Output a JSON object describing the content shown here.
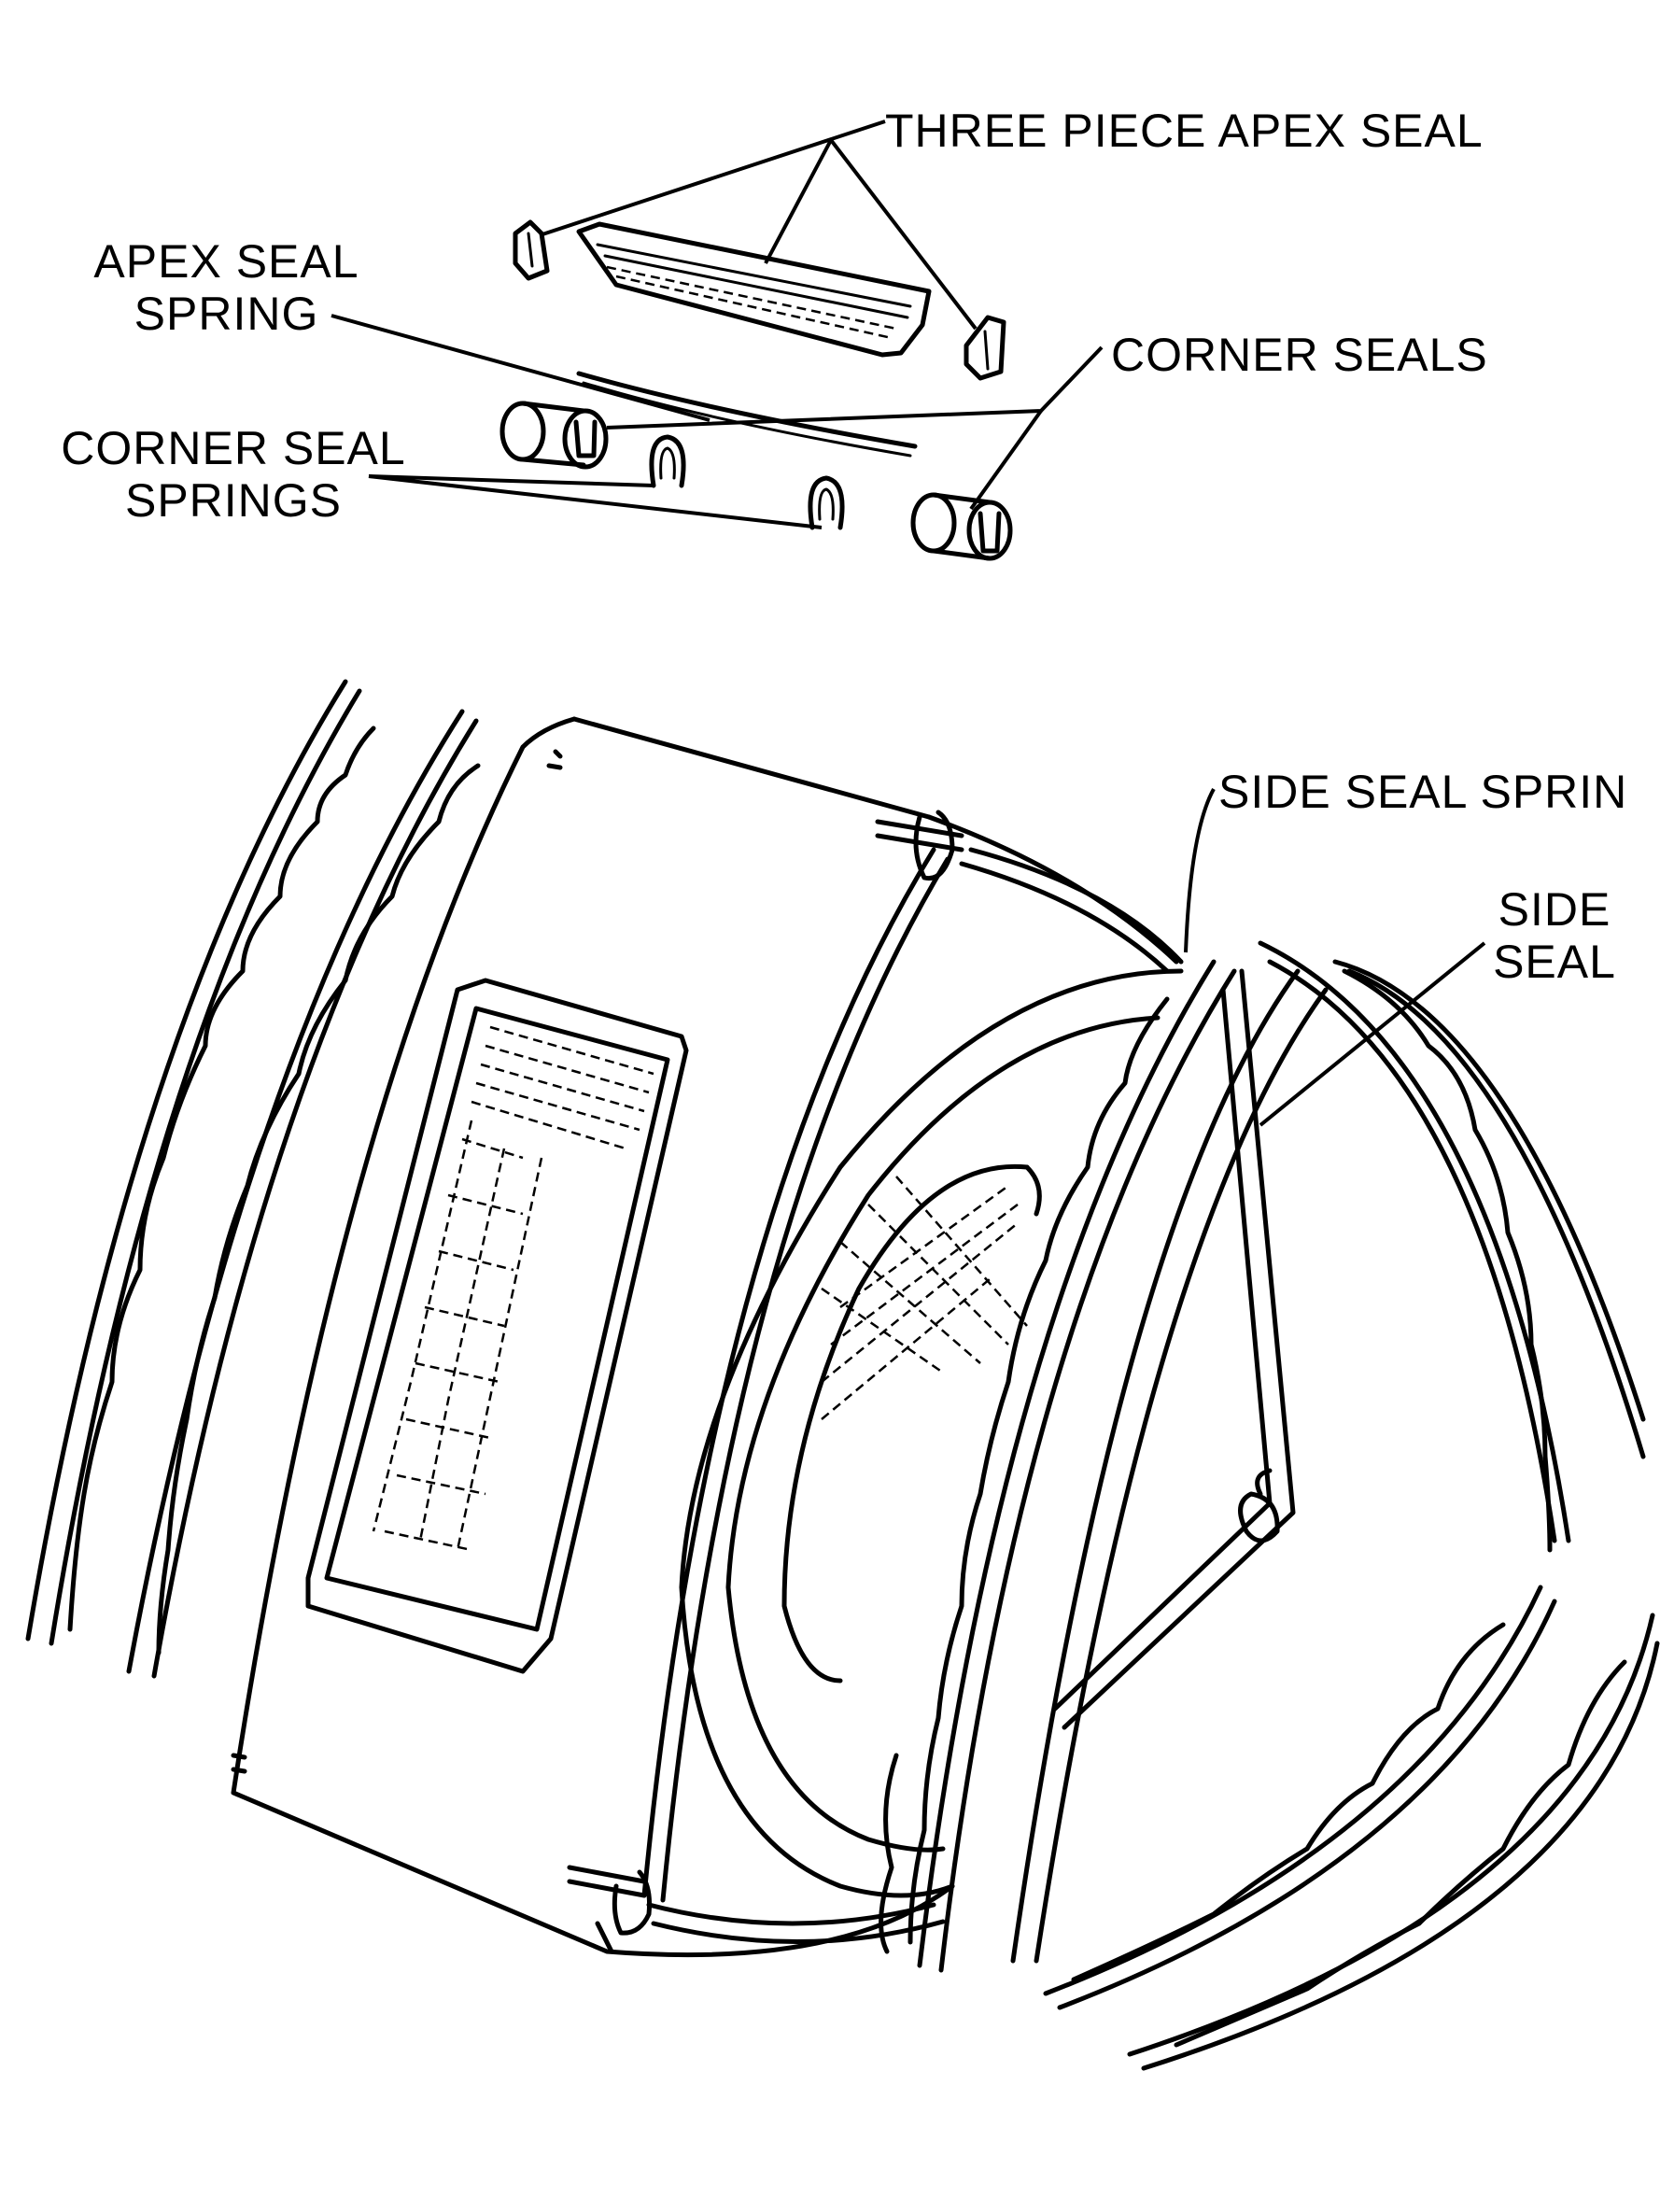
{
  "labels": {
    "three_piece_apex_seal": "THREE PIECE APEX  SEAL",
    "apex_seal_spring_line1": "APEX SEAL",
    "apex_seal_spring_line2": "SPRING",
    "corner_seals": "CORNER SEALS",
    "corner_seal_springs_line1": "CORNER SEAL",
    "corner_seal_springs_line2": "SPRINGS",
    "side_seal_spring": "SIDE SEAL SPRIN",
    "side_seal_line1": "SIDE",
    "side_seal_line2": "SEAL"
  }
}
